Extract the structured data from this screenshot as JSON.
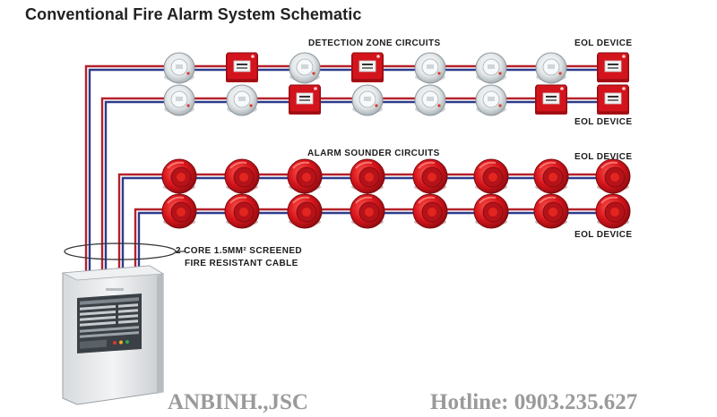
{
  "title": "Conventional Fire Alarm System Schematic",
  "labels": {
    "detection_zone_circuits": "DETECTION ZONE CIRCUITS",
    "alarm_sounder_circuits": "ALARM SOUNDER CIRCUITS",
    "eol_device": "EOL DEVICE",
    "cable_line1": "2 CORE 1.5MM² SCREENED",
    "cable_line2": "FIRE RESISTANT CABLE"
  },
  "footer": {
    "company": "ANBINH.,JSC",
    "hotline": "Hotline: 0903.235.627"
  },
  "circuits": {
    "detection_zone_1": [
      "smoke-detector",
      "manual-call-point",
      "smoke-detector",
      "manual-call-point",
      "smoke-detector",
      "smoke-detector",
      "smoke-detector",
      "manual-call-point"
    ],
    "detection_zone_2": [
      "smoke-detector",
      "smoke-detector",
      "manual-call-point",
      "smoke-detector",
      "smoke-detector",
      "smoke-detector",
      "manual-call-point",
      "manual-call-point"
    ],
    "sounder_circuit_1": [
      "sounder",
      "sounder",
      "sounder",
      "sounder",
      "sounder",
      "sounder",
      "sounder",
      "sounder"
    ],
    "sounder_circuit_2": [
      "sounder",
      "sounder",
      "sounder",
      "sounder",
      "sounder",
      "sounder",
      "sounder",
      "sounder"
    ]
  },
  "colors": {
    "wire_red": "#b5212b",
    "wire_blue": "#2d3b8c",
    "device_red": "#d4141c",
    "detector_white": "#e8ecef"
  }
}
